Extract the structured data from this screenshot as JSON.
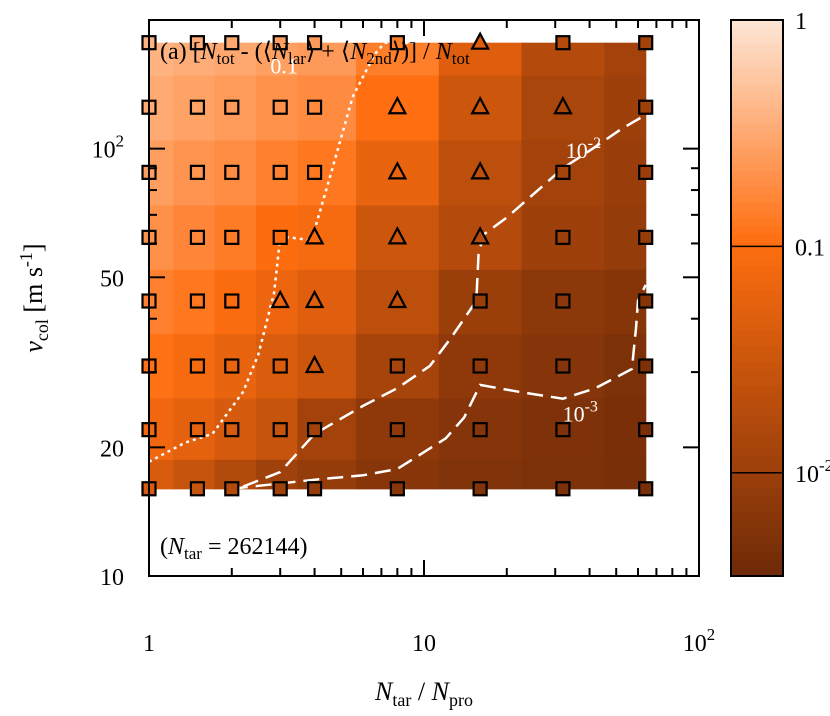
{
  "chart_data": {
    "type": "heatmap",
    "title": {
      "prefix": "(a) [",
      "n1": "N",
      "n1_sub": "tot",
      "mid1": " - (⟨",
      "n2": "N",
      "n2_sub": "lar",
      "mid2": "⟩ + ⟨",
      "n3": "N",
      "n3_sub": "2nd",
      "mid3": "⟩)] / ",
      "n4": "N",
      "n4_sub": "tot"
    },
    "xlabel": {
      "a": "N",
      "a_sub": "tar",
      "sep": " / ",
      "b": "N",
      "b_sub": "pro"
    },
    "ylabel": {
      "a": "v",
      "a_sub": "col",
      "unit_open": " [m s",
      "unit_sup": "-1",
      "unit_close": "]"
    },
    "annotation": {
      "open": "(",
      "n": "N",
      "n_sub": "tar",
      "rest": " = 262144)"
    },
    "x_scale": "log",
    "y_scale": "log",
    "xlim": [
      1,
      100
    ],
    "ylim": [
      10,
      200
    ],
    "x_ticks": [
      {
        "value": 1,
        "label": "1"
      },
      {
        "value": 10,
        "label": "10"
      },
      {
        "value": 100,
        "base": "10",
        "exp": "2"
      }
    ],
    "y_ticks": [
      {
        "value": 10,
        "label": "10"
      },
      {
        "value": 20,
        "label": "20"
      },
      {
        "value": 50,
        "label": "50"
      },
      {
        "value": 100,
        "base": "10",
        "exp": "2"
      }
    ],
    "colorbar": {
      "scale": "log",
      "range": [
        0.0035,
        1
      ],
      "ticks": [
        {
          "value": 1,
          "label": "1"
        },
        {
          "value": 0.1,
          "label": "0.1"
        },
        {
          "value": 0.01,
          "base": "10",
          "exp": "-2"
        }
      ]
    },
    "colors": {
      "high": "#fde6d6",
      "mid": "#ff6e10",
      "low": "#6e2a08",
      "marker_fill": "#ff8a3a",
      "contour": "#ffffff"
    },
    "x_grid": [
      1,
      1.5,
      2,
      3,
      4,
      8,
      16,
      32,
      64
    ],
    "y_grid": [
      16,
      22,
      31,
      44,
      62,
      88,
      125,
      177
    ],
    "ratio_grid": [
      [
        0.043,
        0.028,
        0.017,
        0.011,
        0.0085,
        0.0065,
        0.0055,
        0.005,
        0.0045
      ],
      [
        0.075,
        0.055,
        0.04,
        0.028,
        0.012,
        0.0075,
        0.006,
        0.0052,
        0.0046
      ],
      [
        0.11,
        0.085,
        0.062,
        0.044,
        0.032,
        0.013,
        0.0075,
        0.006,
        0.005
      ],
      [
        0.15,
        0.125,
        0.095,
        0.068,
        0.05,
        0.022,
        0.01,
        0.0072,
        0.0062
      ],
      [
        0.2,
        0.165,
        0.135,
        0.1,
        0.085,
        0.032,
        0.018,
        0.0105,
        0.0085
      ],
      [
        0.26,
        0.215,
        0.185,
        0.15,
        0.125,
        0.062,
        0.022,
        0.012,
        0.0095
      ],
      [
        0.32,
        0.275,
        0.245,
        0.205,
        0.18,
        0.105,
        0.032,
        0.014,
        0.0105
      ],
      [
        0.38,
        0.34,
        0.305,
        0.265,
        0.24,
        0.14,
        0.048,
        0.018,
        0.012
      ]
    ],
    "markers": {
      "legend_note": "",
      "triangles": [
        {
          "x": 3,
          "y": 44
        },
        {
          "x": 4,
          "y": 44
        },
        {
          "x": 4,
          "y": 31
        },
        {
          "x": 4,
          "y": 62
        },
        {
          "x": 8,
          "y": 44
        },
        {
          "x": 8,
          "y": 62
        },
        {
          "x": 8,
          "y": 88
        },
        {
          "x": 8,
          "y": 125
        },
        {
          "x": 16,
          "y": 62
        },
        {
          "x": 16,
          "y": 88
        },
        {
          "x": 16,
          "y": 125
        },
        {
          "x": 16,
          "y": 177
        },
        {
          "x": 32,
          "y": 125
        }
      ]
    },
    "contours": [
      {
        "level": 0.1,
        "label": "0.1",
        "style": "dotted",
        "label_at": {
          "x": 3.1,
          "y": 150
        },
        "points": [
          [
            1.0,
            18.5
          ],
          [
            1.35,
            20.5
          ],
          [
            1.7,
            21.5
          ],
          [
            2.2,
            27
          ],
          [
            2.5,
            33
          ],
          [
            2.85,
            46
          ],
          [
            3.0,
            62
          ],
          [
            3.25,
            62
          ],
          [
            3.9,
            61
          ],
          [
            4.6,
            88
          ],
          [
            5.5,
            132
          ],
          [
            6.6,
            166
          ],
          [
            7.2,
            177
          ],
          [
            9.5,
            177
          ]
        ]
      },
      {
        "level": 0.01,
        "label": "10",
        "label_exp": "-2",
        "style": "dashed",
        "label_at": {
          "x": 38,
          "y": 95
        },
        "points": [
          [
            2.2,
            16.2
          ],
          [
            3.0,
            17.5
          ],
          [
            4.0,
            21.5
          ],
          [
            6.0,
            25
          ],
          [
            8.0,
            27.5
          ],
          [
            10.5,
            31
          ],
          [
            12.5,
            36
          ],
          [
            15.5,
            44
          ],
          [
            15.8,
            57
          ],
          [
            16.5,
            63
          ],
          [
            20,
            69
          ],
          [
            26,
            80
          ],
          [
            32,
            90
          ],
          [
            42,
            101
          ],
          [
            52,
            111
          ],
          [
            64,
            120
          ]
        ]
      },
      {
        "level": 0.001,
        "label": "10",
        "label_exp": "-3",
        "style": "dashed",
        "label_at": {
          "x": 37,
          "y": 23
        },
        "points": [
          [
            2.0,
            16.0
          ],
          [
            4.0,
            16.8
          ],
          [
            6.0,
            17.2
          ],
          [
            8.0,
            17.8
          ],
          [
            12,
            21
          ],
          [
            14,
            23.5
          ],
          [
            16,
            28
          ],
          [
            22,
            27
          ],
          [
            32,
            26
          ],
          [
            42,
            27.5
          ],
          [
            57,
            30.5
          ],
          [
            58,
            34
          ],
          [
            59,
            38
          ],
          [
            60,
            44
          ],
          [
            64,
            48
          ]
        ]
      }
    ]
  }
}
